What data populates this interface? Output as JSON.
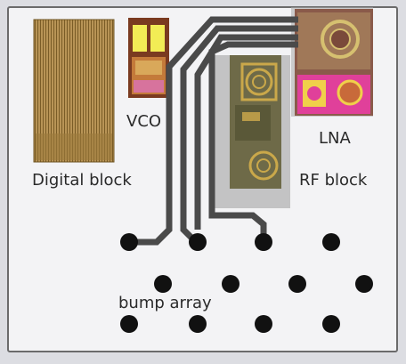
{
  "diagram": {
    "labels": {
      "digital": "Digital block",
      "vco": "VCO",
      "rf": "RF block",
      "lna": "LNA",
      "bump": "bump array"
    },
    "colors": {
      "background": "#dcdde2",
      "package": "#f3f3f5",
      "package_border": "#6b6b6b",
      "trace": "#4a4a4a",
      "bump": "#111111",
      "text": "#2a2a2a"
    }
  }
}
